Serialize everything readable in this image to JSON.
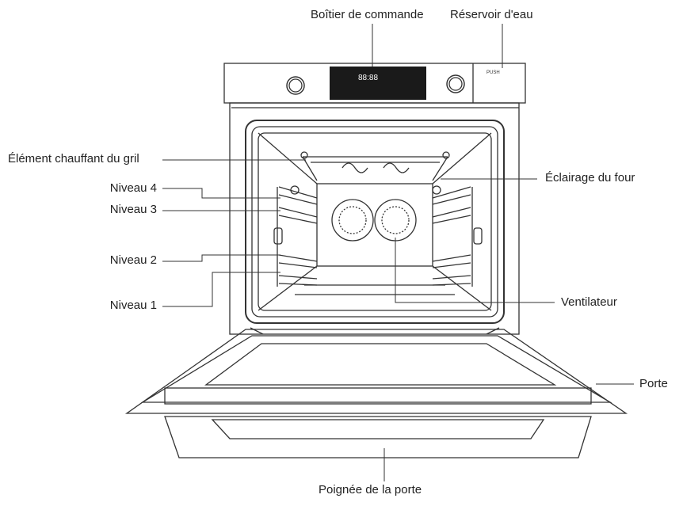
{
  "labels": {
    "control_box": "Boîtier de commande",
    "water_tank": "Réservoir d'eau",
    "grill_element": "Élément chauffant du gril",
    "oven_light": "Éclairage du four",
    "level_4": "Niveau 4",
    "level_3": "Niveau 3",
    "level_2": "Niveau 2",
    "level_1": "Niveau 1",
    "fan": "Ventilateur",
    "door": "Porte",
    "door_handle": "Poignée de la porte"
  },
  "panel": {
    "push_label": "PUSH",
    "display_text": "88:88"
  },
  "colors": {
    "line": "#333333",
    "display_bg": "#1a1a1a"
  }
}
